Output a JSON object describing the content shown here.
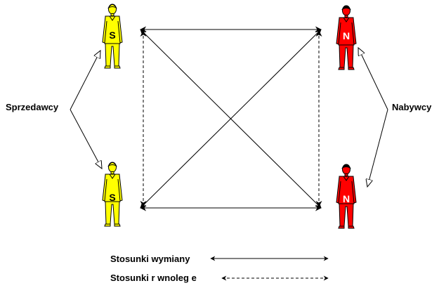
{
  "labels": {
    "sellers": "Sprzedawcy",
    "buyers": "Nabywcy"
  },
  "badges": {
    "seller": "S",
    "buyer": "N"
  },
  "legend": {
    "exchange": "Stosunki wymiany",
    "parallel": "Stosunki r  wnoleg e"
  },
  "colors": {
    "seller": "#ffff00",
    "buyer": "#ff0000",
    "seller_badge_text": "#000000",
    "buyer_badge_text": "#ffffff",
    "line": "#000000"
  }
}
